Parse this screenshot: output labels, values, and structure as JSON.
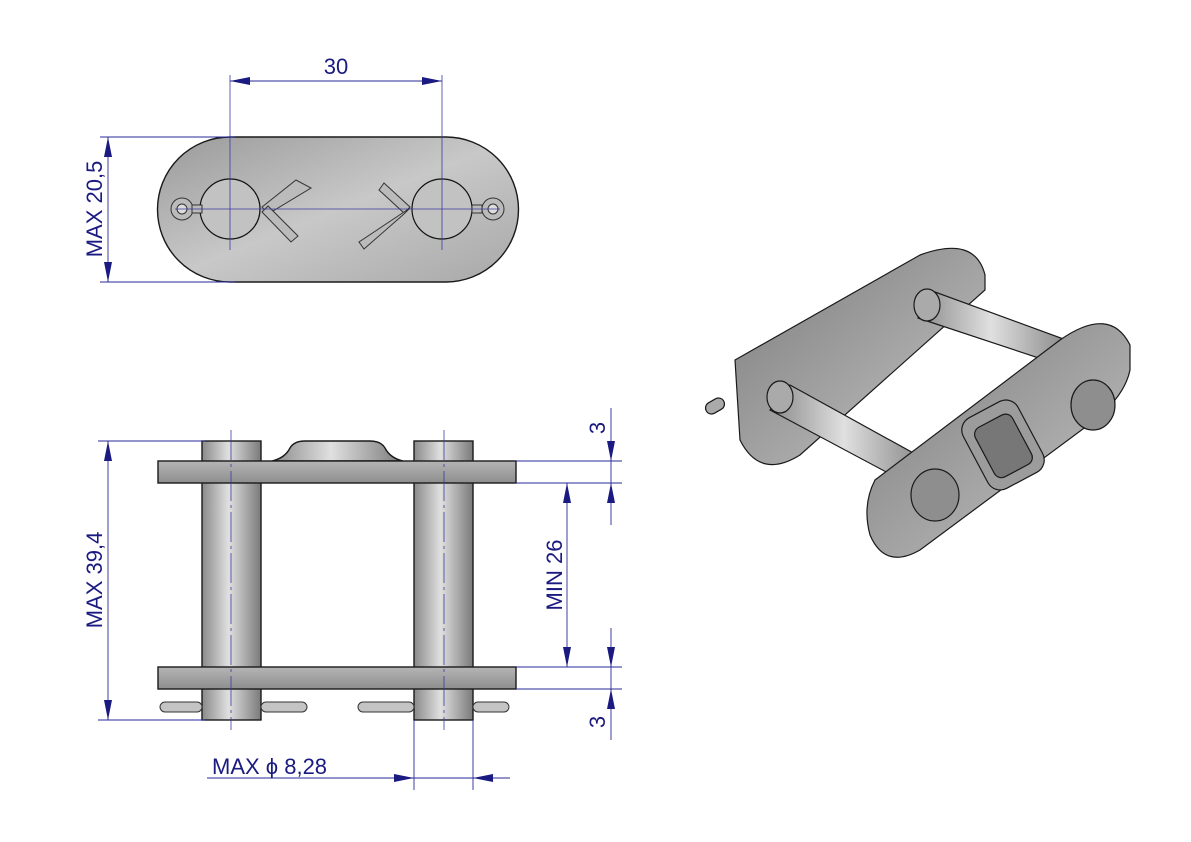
{
  "drawing": {
    "top_view": {
      "pitch_label": "30",
      "height_label": "MAX  20,5"
    },
    "side_view": {
      "overall_width_label": "MAX  39,4",
      "inner_width_label": "MIN  26",
      "plate_thickness_top_label": "3",
      "plate_thickness_bottom_label": "3",
      "pin_diameter_label": "MAX ϕ  8,28"
    },
    "colors": {
      "dimension": "#1a1a80",
      "part": "#b0b0b0"
    }
  }
}
